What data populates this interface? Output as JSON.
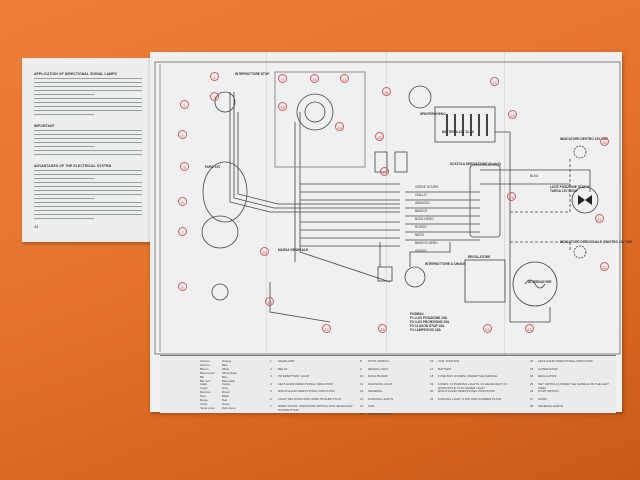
{
  "left_page": {
    "headings": [
      "APPLICATION OF DIRECTIONAL SIGNAL LAMPS",
      "IMPORTANT",
      "ADVANTAGES OF THE ELECTRICAL SYSTEM"
    ],
    "page_number": "44"
  },
  "diagram": {
    "components": {
      "distributor": "SPINTEROGENO",
      "battery": "BATTERIA 12V 12 Ah",
      "junction_box": "SCATOLA DERIVAZIONE (fusibili)",
      "regulator": "REGOLATORE",
      "alternator": "ALTERNATORE",
      "key_switch": "INTERRUTTORE A CHIAVE",
      "general_earth": "MASSA GENERALE",
      "tail_light": "LUCE POSIZIONE STOP E TARGA 12V 5/21W",
      "right_indicator": "INDICATORE DESTRO 12V 18W",
      "left_indicator": "INDICATORE DIREZIONALE SINISTRO 12V 18W",
      "headlamp": "FARO 12V",
      "stop_switch": "INTERRUTTORE STOP"
    },
    "wires": [
      "VERDE SCURO",
      "GIALLO",
      "ARANCIO",
      "BIANCO",
      "BLEU-NERO",
      "ROSSO",
      "NERO",
      "BIANCO-NERO",
      "GRIGIO",
      "BLEU"
    ],
    "fuses": {
      "title": "FUSIBILI:",
      "items": [
        "F1 LUCI POSIZIONE 16A",
        "F2 LUCI PROIEZIONE 25A",
        "F3 CLAXON STOP 15A",
        "F4 LAMPEGGIO 16A"
      ]
    },
    "callouts": [
      "1",
      "2",
      "3",
      "4",
      "5",
      "6",
      "7",
      "8",
      "9",
      "10",
      "11",
      "12",
      "13",
      "14",
      "15",
      "16",
      "17",
      "18",
      "19",
      "20",
      "21",
      "22",
      "23",
      "24",
      "25",
      "26",
      "27",
      "28"
    ]
  },
  "legend": {
    "colors": [
      [
        "Arancio",
        "Orange"
      ],
      [
        "Azzurro",
        "Blue"
      ],
      [
        "Bianco",
        "White"
      ],
      [
        "Bianco-nero",
        "White-black"
      ],
      [
        "Blu",
        "Blue"
      ],
      [
        "Blu-nero",
        "Blue-black"
      ],
      [
        "Giallo",
        "Yellow"
      ],
      [
        "Grigio",
        "Grey"
      ],
      [
        "Marrone",
        "Brown"
      ],
      [
        "Nero",
        "Black"
      ],
      [
        "Rosso",
        "Red"
      ],
      [
        "Verde",
        "Green"
      ],
      [
        "Verde scuro",
        "Dark green"
      ]
    ],
    "items": [
      [
        "1",
        "HEADLAMP"
      ],
      [
        "2",
        "RELAY"
      ],
      [
        "3",
        "INTERMITTENT LIGHT"
      ],
      [
        "4",
        "LEFT-HAND DIRECTIONAL INDICATOR"
      ],
      [
        "5",
        "RIGHT-HAND DIRECTIONAL INDICATOR"
      ],
      [
        "6",
        "LIGHT DEVIATOR AND HORN PUSHBUTTON"
      ],
      [
        "7",
        "DIRECTIONAL INDICATOR SWITCH AND HEADLIGHT PUSHBUTTON"
      ],
      [
        "8",
        "STOP SWITCH"
      ],
      [
        "9",
        "METER LIGHT"
      ],
      [
        "10",
        "DASH BOARD"
      ],
      [
        "11",
        "DAZZLING LIGHT"
      ],
      [
        "12",
        "GENERAL"
      ],
      [
        "13",
        "PARKING LIGHTS"
      ],
      [
        "14",
        "COIL"
      ],
      [
        "15",
        "SPARKING PLUG"
      ],
      [
        "16",
        "COIL IGNITION"
      ],
      [
        "17",
        "BATTERY"
      ],
      [
        "18",
        "FUSE BOX (FUSES) UNDER THE SADDLE"
      ],
      [
        "19",
        "FUSES: F1 PARKING LIGHTS, F2 HEADLIGHT, F3 HORN/STOP, F4 FLASHER LIGHT"
      ],
      [
        "20",
        "RIGHT-HAND DIRECTIONAL INDICATOR"
      ],
      [
        "21",
        "PARKING LIGHT, STOP AND NUMBER PLATE"
      ],
      [
        "22",
        "LEFT-HAND DIRECTIONAL INDICATOR"
      ],
      [
        "23",
        "ALTERNATOR"
      ],
      [
        "24",
        "REGULATOR"
      ],
      [
        "25",
        "KEY SWITCH (UNDER THE SADDLE ON THE LEFT SIDE)"
      ],
      [
        "26",
        "STOP SWITCH"
      ],
      [
        "27",
        "HORN"
      ],
      [
        "28",
        "GENERAL EARTH"
      ]
    ]
  }
}
